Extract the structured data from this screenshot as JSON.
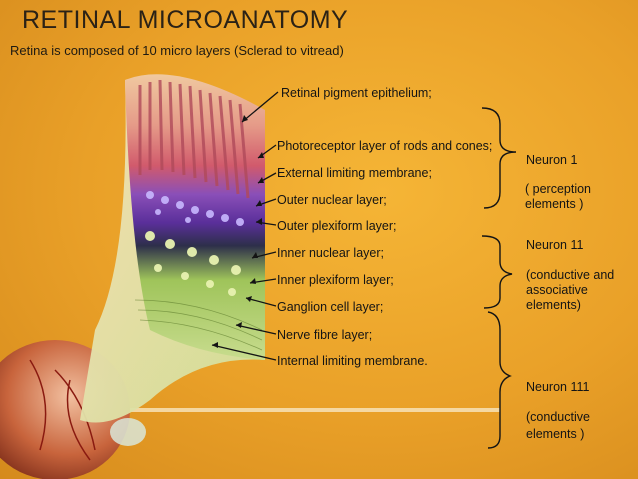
{
  "title": "RETINAL MICROANATOMY",
  "subtitle": "Retina is composed of 10 micro layers (Sclerad to vitread)",
  "layers": [
    "Retinal pigment epithelium;",
    "Photoreceptor layer of rods and cones;",
    "External limiting membrane;",
    "Outer nuclear layer;",
    "Outer plexiform layer;",
    "Inner nuclear layer;",
    "Inner plexiform layer;",
    "Ganglion cell layer;",
    "Nerve fibre layer;",
    "Internal limiting membrane."
  ],
  "neurons": [
    {
      "name": "Neuron 1",
      "desc": "( perception elements )"
    },
    {
      "name": "Neuron 11",
      "desc": "(conductive and associative elements)"
    },
    {
      "name": "Neuron 111",
      "desc": "(conductive elements )"
    }
  ],
  "colors": {
    "background": "#e9a028",
    "text": "#141414"
  }
}
